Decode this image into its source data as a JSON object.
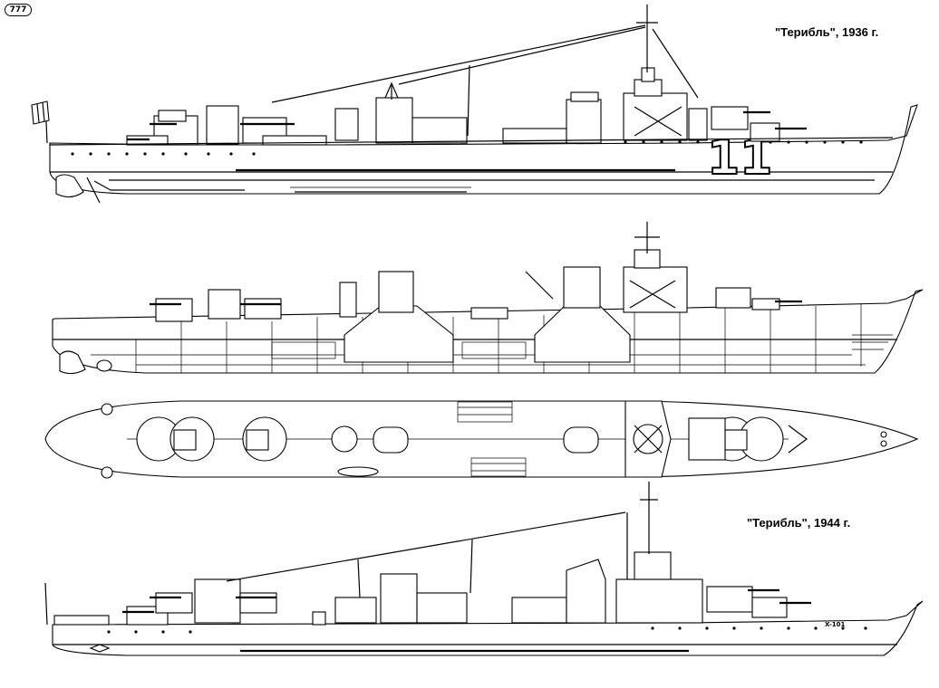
{
  "page_number": "777",
  "caption_1936": "\"Терибль\", 1936 г.",
  "caption_1944": "\"Терибль\", 1944 г.",
  "hull_number_1936": "11",
  "hull_code_1944": "X-101"
}
